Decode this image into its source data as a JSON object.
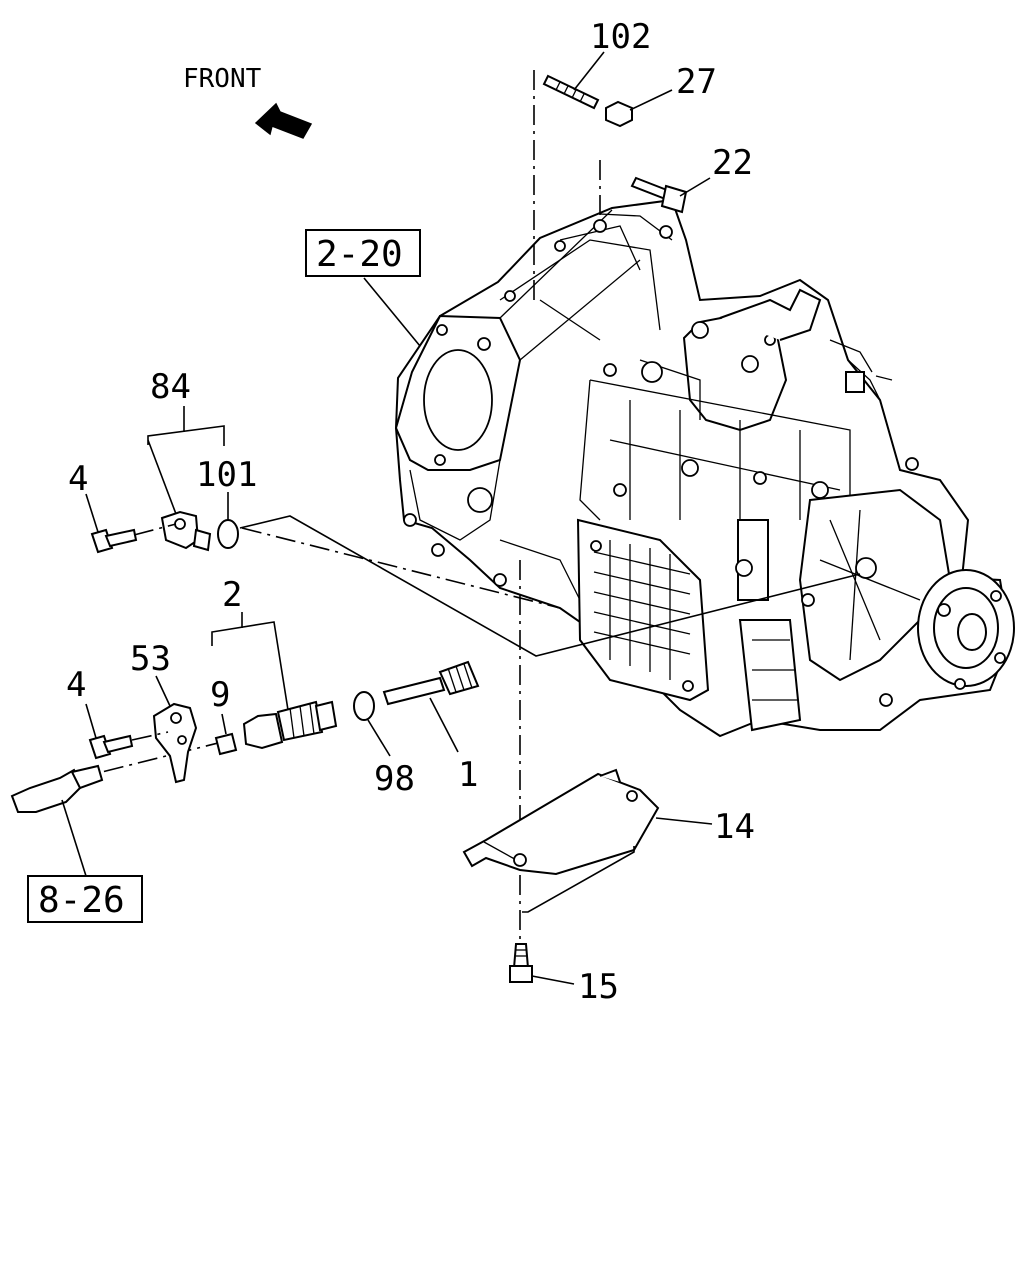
{
  "direction": {
    "label": "FRONT",
    "icon": "front-arrow-icon"
  },
  "reference_boxes": [
    {
      "id": "ref-2-20",
      "text": "2-20"
    },
    {
      "id": "ref-8-26",
      "text": "8-26"
    }
  ],
  "callouts": {
    "c102": "102",
    "c27": "27",
    "c22": "22",
    "c84": "84",
    "c4a": "4",
    "c101": "101",
    "c2": "2",
    "c53": "53",
    "c4b": "4",
    "c9": "9",
    "c98": "98",
    "c1": "1",
    "c14": "14",
    "c15": "15"
  }
}
